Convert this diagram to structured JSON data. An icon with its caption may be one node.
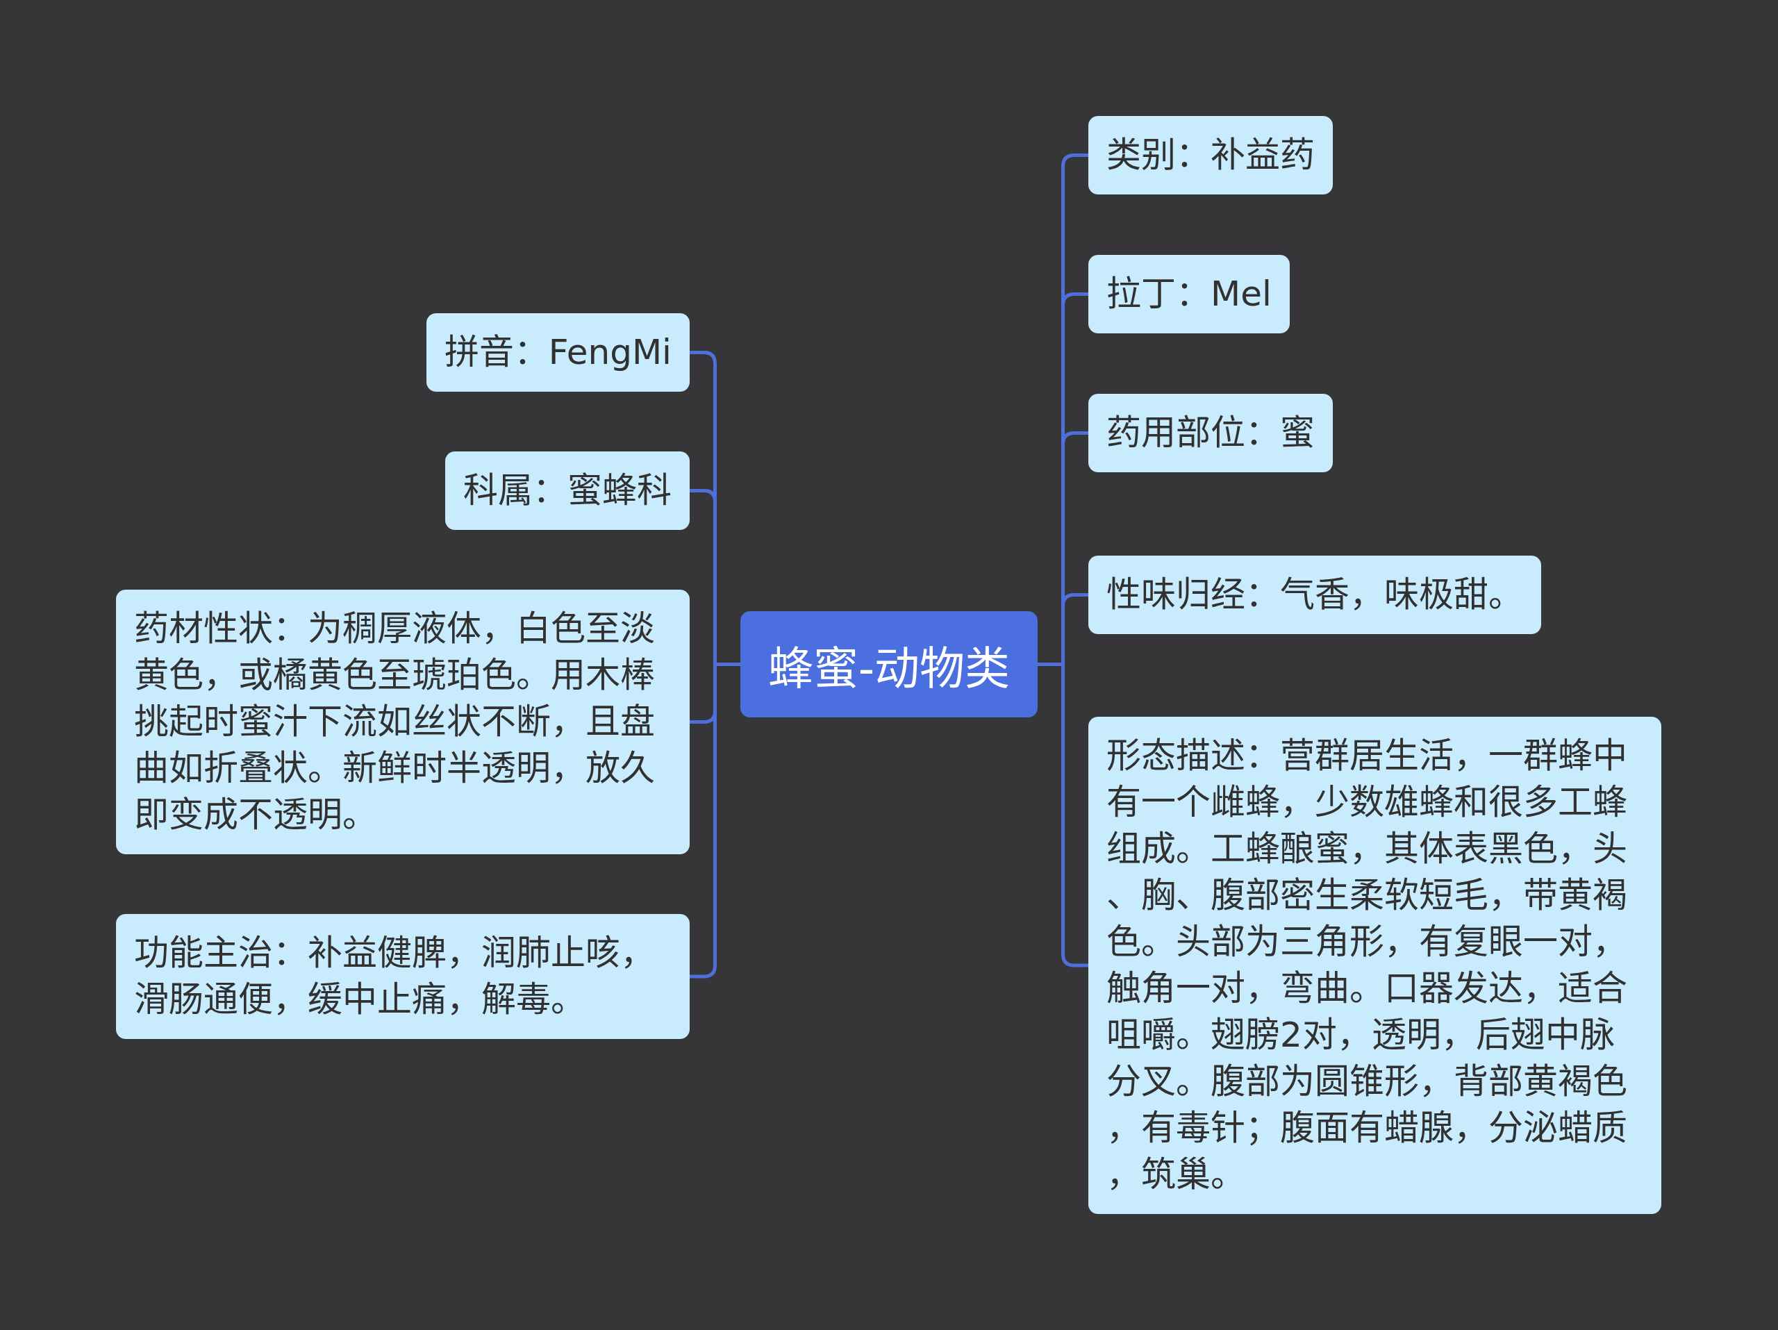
{
  "diagram": {
    "nodes": [
      {
        "text": [
          "蜂蜜-动物类"
        ]
      },
      {
        "text": [
          "拼音：FengMi"
        ]
      },
      {
        "text": [
          "科属：蜜蜂科"
        ]
      },
      {
        "text": [
          "药材性状：为稠厚液体，白色至淡黄色，或橘黄色至琥珀色。用木棒挑起时蜜汁下流如丝状不断，且盘曲如折叠状。新鲜时半透明，放久即变成不透明。"
        ]
      },
      {
        "text": [
          "功能主治：补益健脾，润肺止咳，滑肠通便，缓中止痛，解毒。"
        ]
      },
      {
        "text": [
          "类别：补益药"
        ]
      },
      {
        "text": [
          "拉丁：Mel"
        ]
      },
      {
        "text": [
          "药用部位：蜜"
        ]
      },
      {
        "text": [
          "性味归经：气香，味极甜。"
        ]
      },
      {
        "text": [
          "形态描述：营群居生活，一群蜂中有一个雌蜂，少数雄蜂和很多工蜂组成。工蜂酿蜜，其体表黑色，头、胸、腹部密生柔软短毛，带黄褐色。头部为三角形，有复眼一对，触角一对，弯曲。口器发达，适合咀嚼。翅膀2对，透明，后翅中脉分叉。腹部为圆锥形，背部黄褐色，有毒针；腹面有蜡腺，分泌蜡质，筑巢。"
        ]
      }
    ],
    "edges": [
      {
        "from": 0,
        "to": 1,
        "arrow": "none"
      },
      {
        "from": 0,
        "to": 2,
        "arrow": "none"
      },
      {
        "from": 0,
        "to": 3,
        "arrow": "none"
      },
      {
        "from": 0,
        "to": 4,
        "arrow": "none"
      },
      {
        "from": 0,
        "to": 5,
        "arrow": "none"
      },
      {
        "from": 0,
        "to": 6,
        "arrow": "none"
      },
      {
        "from": 0,
        "to": 7,
        "arrow": "none"
      },
      {
        "from": 0,
        "to": 8,
        "arrow": "none"
      },
      {
        "from": 0,
        "to": 9,
        "arrow": "none"
      }
    ]
  }
}
